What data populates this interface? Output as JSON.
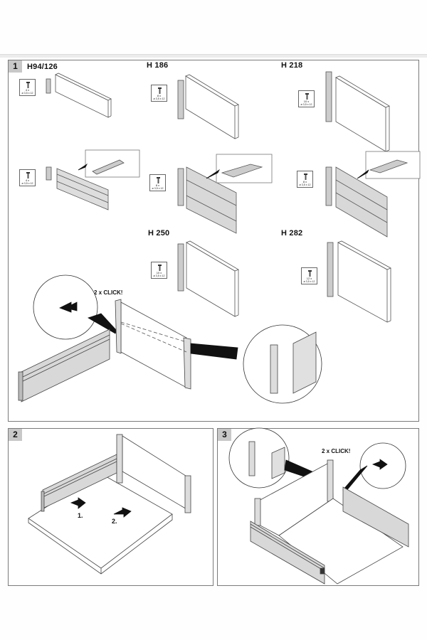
{
  "document": {
    "type": "assembly-instructions",
    "steps": [
      {
        "number": "1",
        "variants": [
          {
            "height_label": "H94/126",
            "screw_qty": "4 x",
            "screw_size": "ø 3,5 x 12"
          },
          {
            "height_label": "",
            "screw_qty": "4 x",
            "screw_size": "ø 3,5 x 12"
          },
          {
            "height_label": "H 186",
            "screw_qty": "8 x",
            "screw_size": "ø 3,5 x 12"
          },
          {
            "height_label": "",
            "screw_qty": "8 x",
            "screw_size": "ø 3,5 x 12"
          },
          {
            "height_label": "H 218",
            "screw_qty": "10 x",
            "screw_size": "ø 3,5 x 12"
          },
          {
            "height_label": "",
            "screw_qty": "8 x",
            "screw_size": "ø 3,5 x 12"
          },
          {
            "height_label": "H 250",
            "screw_qty": "10 x",
            "screw_size": "ø 3,5 x 12"
          },
          {
            "height_label": "H 282",
            "screw_qty": "12 x",
            "screw_size": "ø 3,5 x 12"
          }
        ],
        "callout": "2 x CLICK!"
      },
      {
        "number": "2",
        "arrow_labels": [
          "1.",
          "2."
        ]
      },
      {
        "number": "3",
        "callout": "2 x CLICK!"
      }
    ],
    "colors": {
      "panel_border": "#7a7a7a",
      "step_badge": "#c8c8c8",
      "metal_fill": "#d4d4d4",
      "line": "#333333"
    }
  }
}
